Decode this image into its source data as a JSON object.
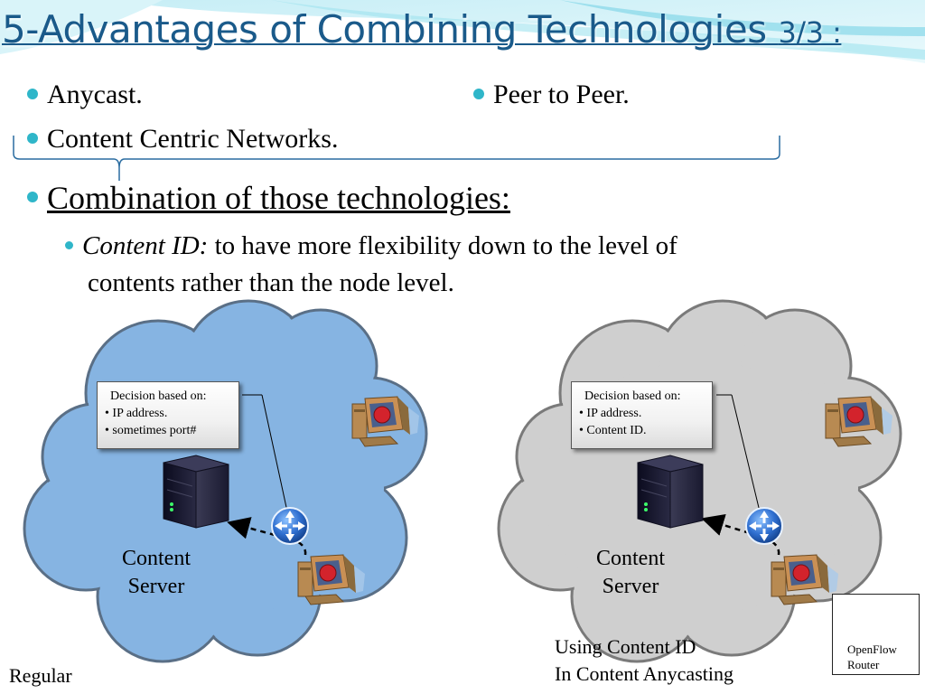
{
  "slide": {
    "title_main": "5-Advantages of Combining Technologies ",
    "title_suffix": "3/3 :",
    "bullets_col1": [
      "Anycast.",
      "Content Centric Networks."
    ],
    "bullets_col2": [
      "Peer to Peer."
    ],
    "combination_heading": "Combination of those technologies:",
    "sub_bullet_italic": "Content ID:",
    "sub_bullet_text": " to have more flexibility down to the level of",
    "sub_bullet_text_2": "contents rather than the node level."
  },
  "left_diagram": {
    "note_header": "Decision based on:",
    "note_items": [
      "• IP address.",
      "• sometimes port#"
    ],
    "server_label_1": "Content",
    "server_label_2": "Server",
    "caption": "Regular",
    "cloud_color": "#86b4e2"
  },
  "right_diagram": {
    "note_header": "Decision based on:",
    "note_items": [
      "• IP address.",
      "• Content ID."
    ],
    "server_label_1": "Content",
    "server_label_2": "Server",
    "caption_1": "Using Content ID",
    "caption_2": "In Content Anycasting",
    "cloud_color": "#cfcfcf"
  },
  "legend": {
    "label_1": "OpenFlow",
    "label_2": "Router"
  },
  "icons": [
    "server-icon",
    "computer-icon",
    "openflow-router-icon"
  ],
  "colors": {
    "title": "#1a5a8a",
    "bullet": "#2fb6c9",
    "router": "#3b7fd0"
  }
}
